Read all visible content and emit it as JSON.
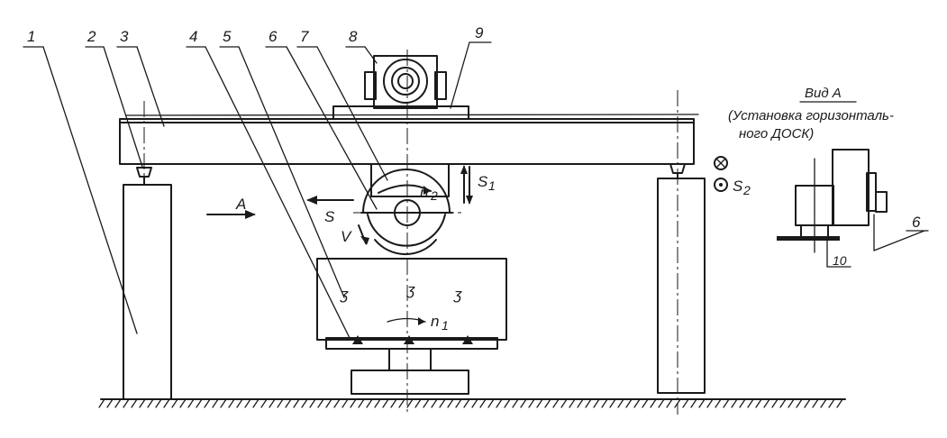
{
  "callouts": {
    "c1": "1",
    "c2": "2",
    "c3": "3",
    "c4": "4",
    "c5": "5",
    "c6": "6",
    "c7": "7",
    "c8": "8",
    "c9": "9",
    "c6b": "6",
    "c10": "10"
  },
  "symbols": {
    "view_arrow": "A",
    "feed_s": "S",
    "feed_s1": "S",
    "feed_s1_sub": "1",
    "feed_s2": "S",
    "feed_s2_sub": "2",
    "speed_v": "V",
    "rot_n1": "n",
    "rot_n1_sub": "1",
    "rot_n2": "n",
    "rot_n2_sub": "2",
    "squiggle": "ʒ"
  },
  "view": {
    "title": "Вид А",
    "caption_line1": "(Установка горизонталь-",
    "caption_line2": "ного ДОСК)"
  }
}
